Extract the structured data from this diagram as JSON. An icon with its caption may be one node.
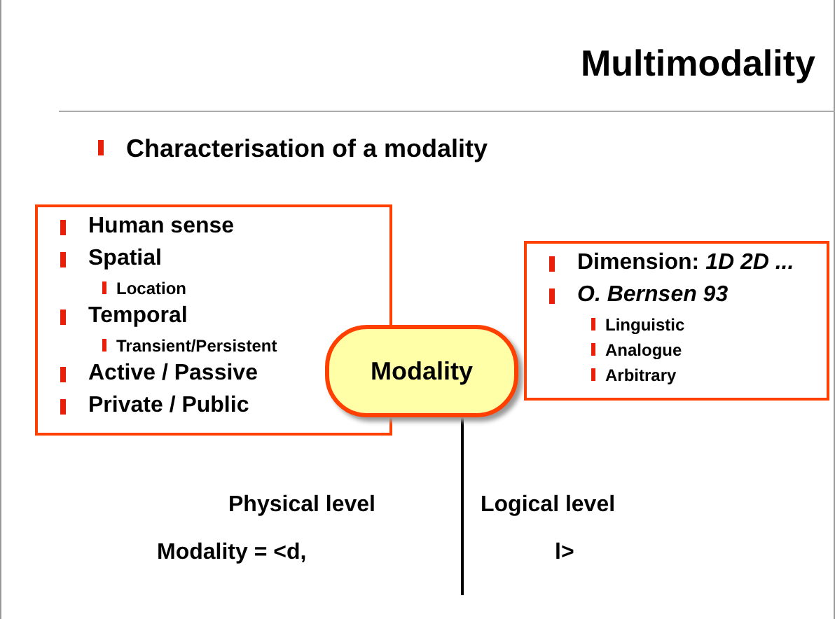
{
  "diagram": {
    "title": "Multimodality",
    "nodes": [
      {
        "text": [
          "Human sense",
          "Spatial",
          "Location",
          "Temporal",
          "Transient/Persistent",
          "Active / Passive",
          "Private / Public"
        ]
      },
      {
        "text": [
          "Modality"
        ]
      },
      {
        "text": [
          "Dimension: *1D 2D ...*",
          "O. Bernsen 93",
          "Linguistic",
          "Analogue",
          "Arbitrary"
        ]
      }
    ],
    "labels": [
      "Characterisation of a modality",
      "Physical level",
      "Logical level",
      "Modality = <d,",
      "l>"
    ]
  }
}
